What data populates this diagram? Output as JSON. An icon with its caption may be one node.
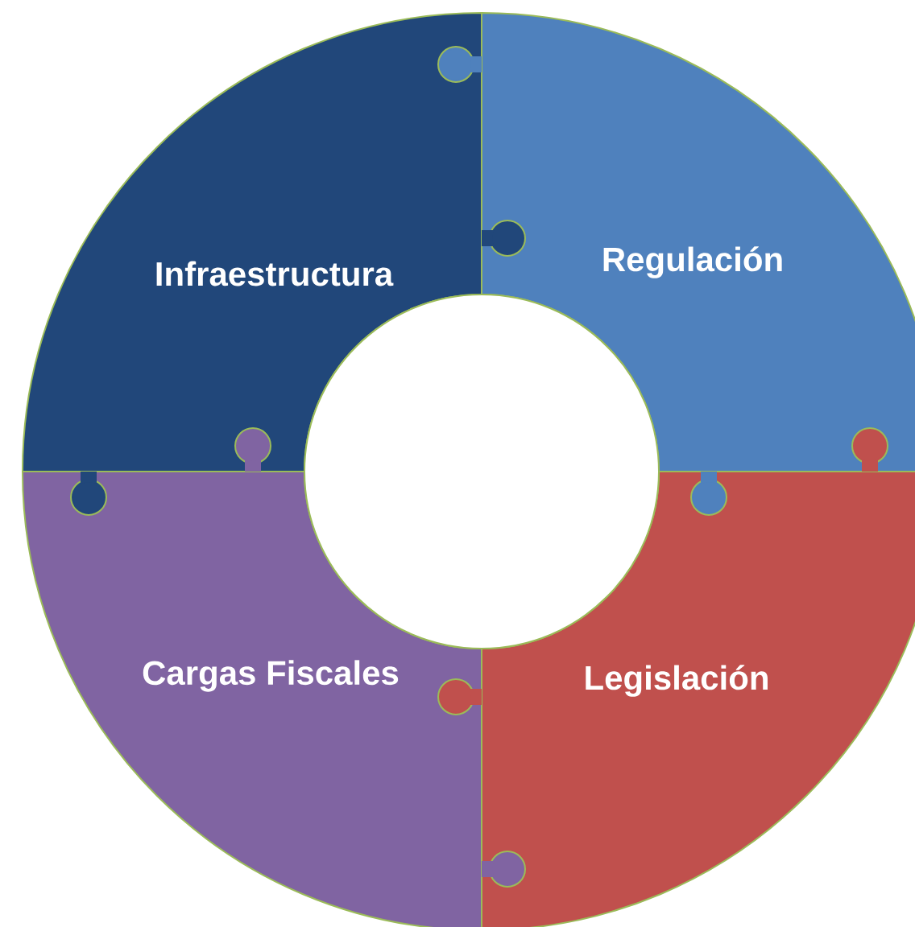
{
  "diagram": {
    "nodes": [
      {
        "text": [
          "Infraestructura"
        ]
      },
      {
        "text": [
          "Regulación"
        ]
      },
      {
        "text": [
          "Legislación"
        ]
      },
      {
        "text": [
          "Cargas Fiscales"
        ]
      },
      {
        "text": [],
        "shape": "circle"
      }
    ]
  }
}
